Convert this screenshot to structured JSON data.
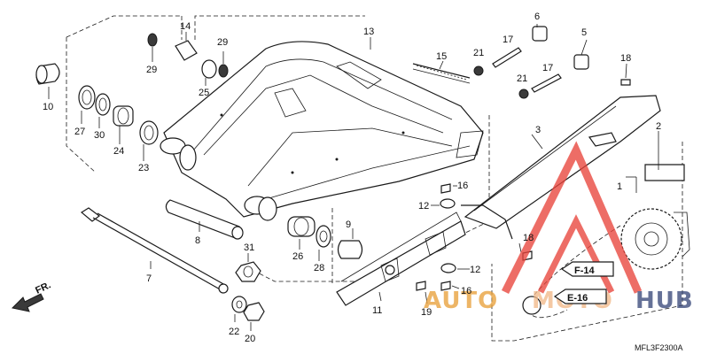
{
  "diagram": {
    "code": "MFL3F2300A",
    "direction": "FR.",
    "refs": {
      "f14": "F-14",
      "e16": "E-16"
    },
    "watermark": {
      "left": "AUTO",
      "right": "HUB",
      "overlap": "MOTO",
      "color": "#e8453c"
    },
    "callouts": {
      "c1": "1",
      "c2": "2",
      "c3": "3",
      "c5": "5",
      "c6": "6",
      "c7": "7",
      "c8": "8",
      "c9": "9",
      "c10": "10",
      "c11": "11",
      "c12a": "12",
      "c12b": "12",
      "c13": "13",
      "c14": "14",
      "c15": "15",
      "c16a": "16",
      "c16b": "16",
      "c17a": "17",
      "c17b": "17",
      "c18a": "18",
      "c18b": "18",
      "c19": "19",
      "c20": "20",
      "c21a": "21",
      "c21b": "21",
      "c22": "22",
      "c23": "23",
      "c24": "24",
      "c25": "25",
      "c26": "26",
      "c27": "27",
      "c28": "28",
      "c29a": "29",
      "c29b": "29",
      "c30": "30",
      "c31": "31"
    }
  }
}
